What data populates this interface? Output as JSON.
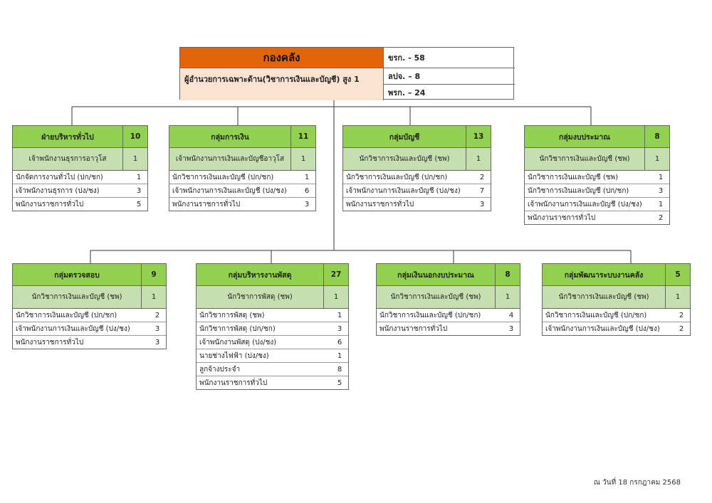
{
  "head": {
    "title": "กองคลัง",
    "subtitle": "ผู้อำนวยการเฉพาะด้าน(วิชาการเงินและบัญชี) สูง 1",
    "counts": [
      "ขรก. -  58",
      "ลปจ. – 8",
      "พรก. – 24"
    ]
  },
  "units": [
    {
      "name": "ฝ่ายบริหารทั่วไป",
      "total": "10",
      "chief": {
        "title": "เจ้าพนักงานธุรการอาวุโส",
        "count": "1"
      },
      "staff": [
        {
          "title": "นักจัดการงานทั่วไป (ปก/ชก)",
          "count": "1"
        },
        {
          "title": "เจ้าพนักงานธุรการ (ปง/ชง)",
          "count": "3"
        },
        {
          "title": "พนักงานราชการทั่วไป",
          "count": "5"
        }
      ]
    },
    {
      "name": "กลุ่มการเงิน",
      "total": "11",
      "chief": {
        "title": "เจ้าพนักงานการเงินและบัญชีอาวุโส",
        "count": "1"
      },
      "staff": [
        {
          "title": "นักวิชาการเงินและบัญชี (ปก/ชก)",
          "count": "1"
        },
        {
          "title": "เจ้าพนักงานการเงินและบัญชี (ปง/ชง)",
          "count": "6"
        },
        {
          "title": "พนักงานราชการทั่วไป",
          "count": "3"
        }
      ]
    },
    {
      "name": "กลุ่มบัญชี",
      "total": "13",
      "chief": {
        "title": "นักวิชาการเงินและบัญชี (ชพ)",
        "count": "1"
      },
      "staff": [
        {
          "title": "นักวิชาการเงินและบัญชี (ปก/ชก)",
          "count": "2"
        },
        {
          "title": "เจ้าพนักงานการเงินและบัญชี (ปง/ชง)",
          "count": "7"
        },
        {
          "title": "พนักงานราชการทั่วไป",
          "count": "3"
        }
      ]
    },
    {
      "name": "กลุ่มงบประมาณ",
      "total": "8",
      "chief": {
        "title": "นักวิชาการเงินและบัญชี (ชพ)",
        "count": "1"
      },
      "staff": [
        {
          "title": "นักวิชาการเงินและบัญชี (ชพ)",
          "count": "1"
        },
        {
          "title": "นักวิชาการเงินและบัญชี (ปก/ชก)",
          "count": "3"
        },
        {
          "title": "เจ้าพนักงานการเงินและบัญชี (ปง/ชง)",
          "count": "1"
        },
        {
          "title": "พนักงานราชการทั่วไป",
          "count": "2"
        }
      ]
    },
    {
      "name": "กลุ่มตรวจสอบ",
      "total": "9",
      "chief": {
        "title": "นักวิชาการเงินและบัญชี (ชพ)",
        "count": "1"
      },
      "staff": [
        {
          "title": "นักวิชาการเงินและบัญชี (ปก/ชก)",
          "count": "2"
        },
        {
          "title": "เจ้าพนักงานการเงินและบัญชี (ปง/ชง)",
          "count": "3"
        },
        {
          "title": "พนักงานราชการทั่วไป",
          "count": "3"
        }
      ]
    },
    {
      "name": "กลุ่มบริหารงานพัสดุ",
      "total": "27",
      "chief": {
        "title": "นักวิชาการพัสดุ (ชพ)",
        "count": "1"
      },
      "staff": [
        {
          "title": "นักวิชาการพัสดุ (ชพ)",
          "count": "1"
        },
        {
          "title": "นักวิชาการพัสดุ (ปก/ชก)",
          "count": "3"
        },
        {
          "title": "เจ้าพนักงานพัสดุ (ปง/ชง)",
          "count": "6"
        },
        {
          "title": "นายช่างไฟฟ้า (ปง/ชง)",
          "count": "1"
        },
        {
          "title": "ลูกจ้างประจำ",
          "count": "8"
        },
        {
          "title": "พนักงานราชการทั่วไป",
          "count": "5"
        }
      ]
    },
    {
      "name": "กลุ่มเงินนอกงบประมาณ",
      "total": "8",
      "chief": {
        "title": "นักวิชาการเงินและบัญชี (ชพ)",
        "count": "1"
      },
      "staff": [
        {
          "title": "นักวิชาการเงินและบัญชี (ปก/ชก)",
          "count": "4"
        },
        {
          "title": "พนักงานราชการทั่วไป",
          "count": "3"
        }
      ]
    },
    {
      "name": "กลุ่มพัฒนาระบบงานคลัง",
      "total": "5",
      "chief": {
        "title": "นักวิชาการเงินและบัญชี (ชพ)",
        "count": "1"
      },
      "staff": [
        {
          "title": "นักวิชาการเงินและบัญชี (ปก/ชก)",
          "count": "2"
        },
        {
          "title": "เจ้าพนักงานการเงินและบัญชี (ปง/ชง)",
          "count": "2"
        }
      ]
    }
  ],
  "footer": "ณ วันที่ 18 กรกฎาคม 2568"
}
